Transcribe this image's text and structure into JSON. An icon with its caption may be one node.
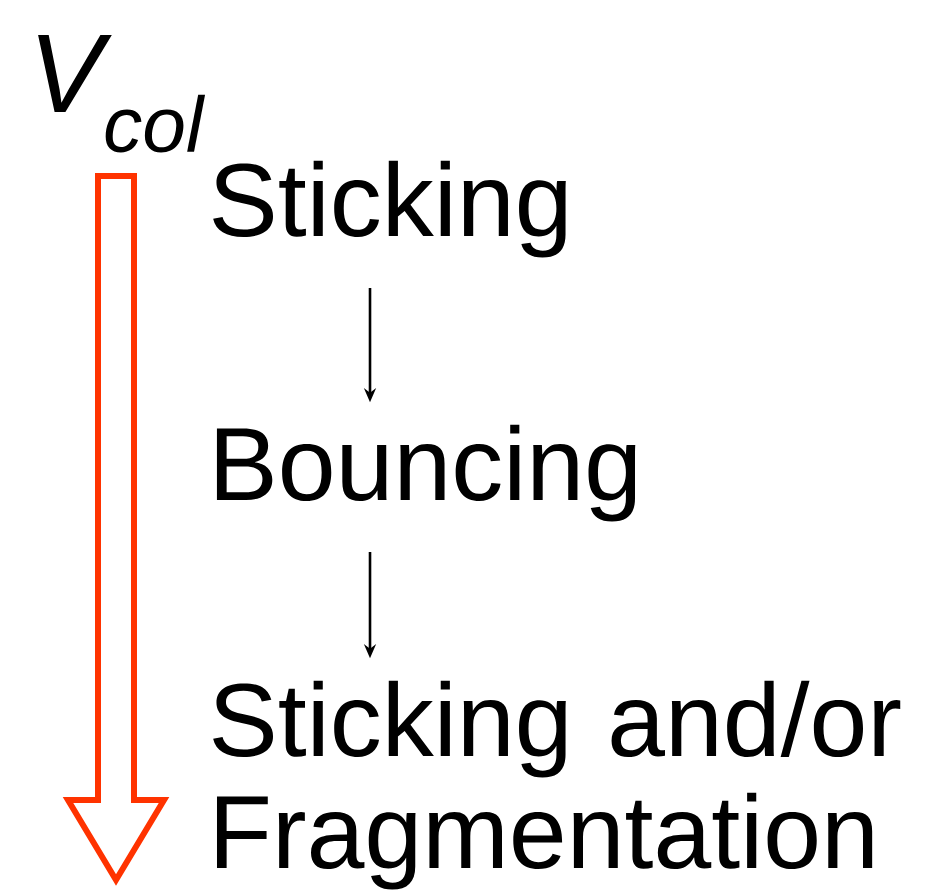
{
  "diagram": {
    "nodes": [
      {
        "text": [
          "Sticking"
        ]
      },
      {
        "text": [
          "Bouncing"
        ]
      },
      {
        "text": [
          "Sticking and/or Fragmentation"
        ]
      }
    ],
    "edges": [
      {
        "from": 0,
        "to": 1,
        "arrow": "to"
      },
      {
        "from": 1,
        "to": 2,
        "arrow": "to"
      }
    ],
    "labels": [
      "V$_{col}$"
    ]
  }
}
